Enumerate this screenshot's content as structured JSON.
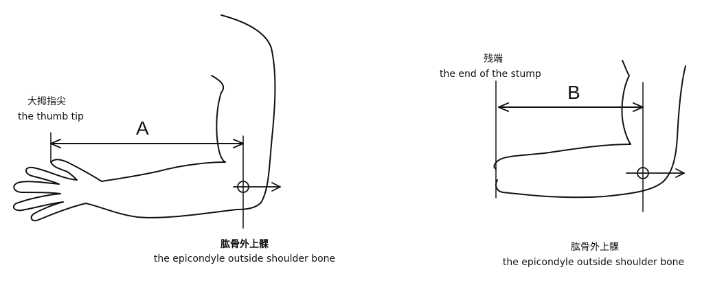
{
  "left_figure": {
    "thumb_tip_cn": "大拇指尖",
    "thumb_tip_en": "the thumb tip",
    "dimension_label": "A",
    "epicondyle_cn": "肱骨外上髁",
    "epicondyle_en": "the  epicondyle  outside  shoulder  bone"
  },
  "right_figure": {
    "stump_end_cn": "残端",
    "stump_end_en": "the end of the stump",
    "dimension_label": "B",
    "epicondyle_cn": "肱骨外上髁",
    "epicondyle_en": "the  epicondyle  outside  shoulder  bone"
  }
}
